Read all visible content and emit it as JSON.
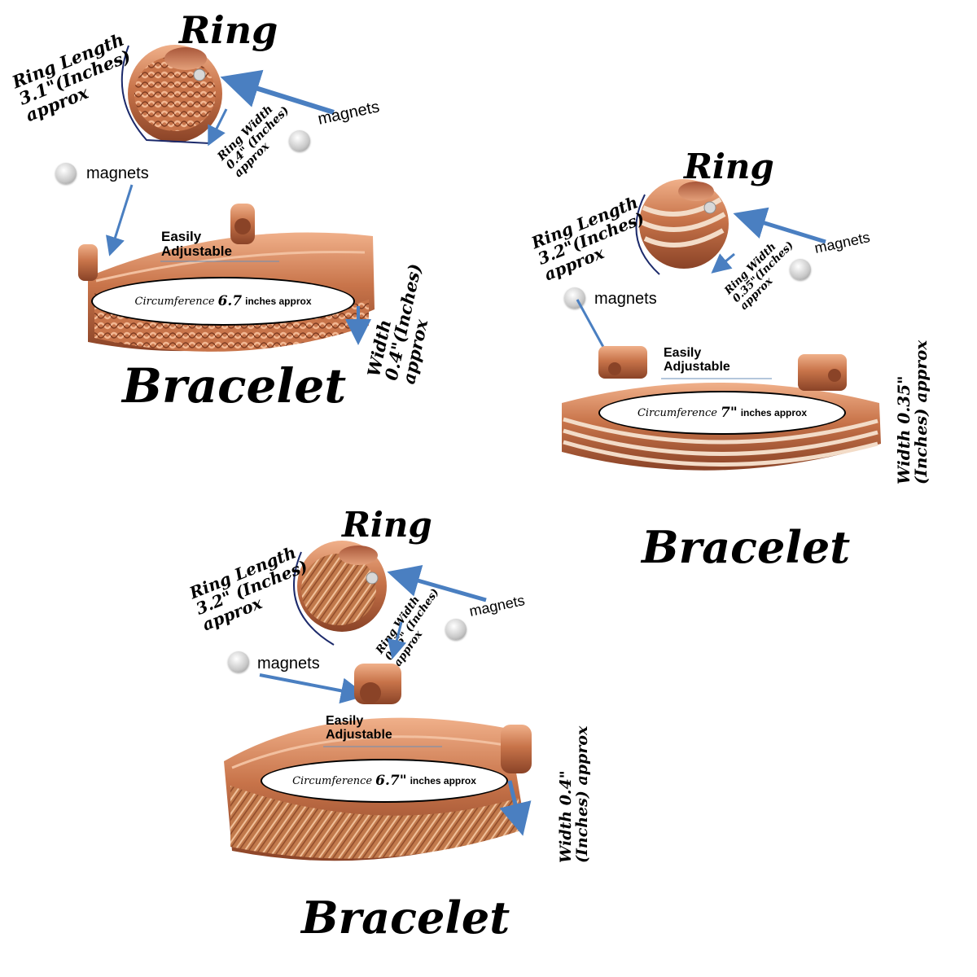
{
  "sets": [
    {
      "ring_title": "Ring",
      "ring_length": [
        "Ring Length",
        "3.1\"(Inches)",
        "approx"
      ],
      "ring_width": [
        "Ring Width",
        "0.4\" (Inches)",
        "approx"
      ],
      "magnets_ring": "magnets",
      "magnets_bracelet": "magnets",
      "adjustable": [
        "Easily",
        "Adjustable"
      ],
      "circ_prefix": "Circumference",
      "circ_value": "6.7",
      "circ_suffix": "inches approx",
      "width_note": [
        "Width",
        "0.4\"(Inches)",
        "approx"
      ],
      "bracelet_title": "Bracelet"
    },
    {
      "ring_title": "Ring",
      "ring_length": [
        "Ring Length",
        "3.2\"(Inches)",
        "approx"
      ],
      "ring_width": [
        "Ring Width",
        "0.35\"(Inches)",
        "approx"
      ],
      "magnets_ring": "magnets",
      "magnets_bracelet": "magnets",
      "adjustable": [
        "Easily",
        "Adjustable"
      ],
      "circ_prefix": "Circumference",
      "circ_value": "7\"",
      "circ_suffix": "inches approx",
      "width_note": [
        "Width  0.35\"",
        "(Inches) approx"
      ],
      "bracelet_title": "Bracelet"
    },
    {
      "ring_title": "Ring",
      "ring_length": [
        "Ring Length",
        "3.2\" (Inches)",
        "approx"
      ],
      "ring_width": [
        "Ring Width",
        "0.35\" (Inches)",
        "approx"
      ],
      "magnets_ring": "magnets",
      "magnets_bracelet": "magnets",
      "adjustable": [
        "Easily",
        "Adjustable"
      ],
      "circ_prefix": "Circumference",
      "circ_value": "6.7\"",
      "circ_suffix": "inches approx",
      "width_note": [
        "Width  0.4\"",
        "(Inches) approx"
      ],
      "bracelet_title": "Bracelet"
    }
  ],
  "colors": {
    "copper": "#c8744a",
    "copper_light": "#e9a57f",
    "copper_dark": "#8a4327",
    "silver_band": "#e8d7c7",
    "arrow_blue": "#4a7fc1",
    "bracket_navy": "#1c2a6b"
  }
}
